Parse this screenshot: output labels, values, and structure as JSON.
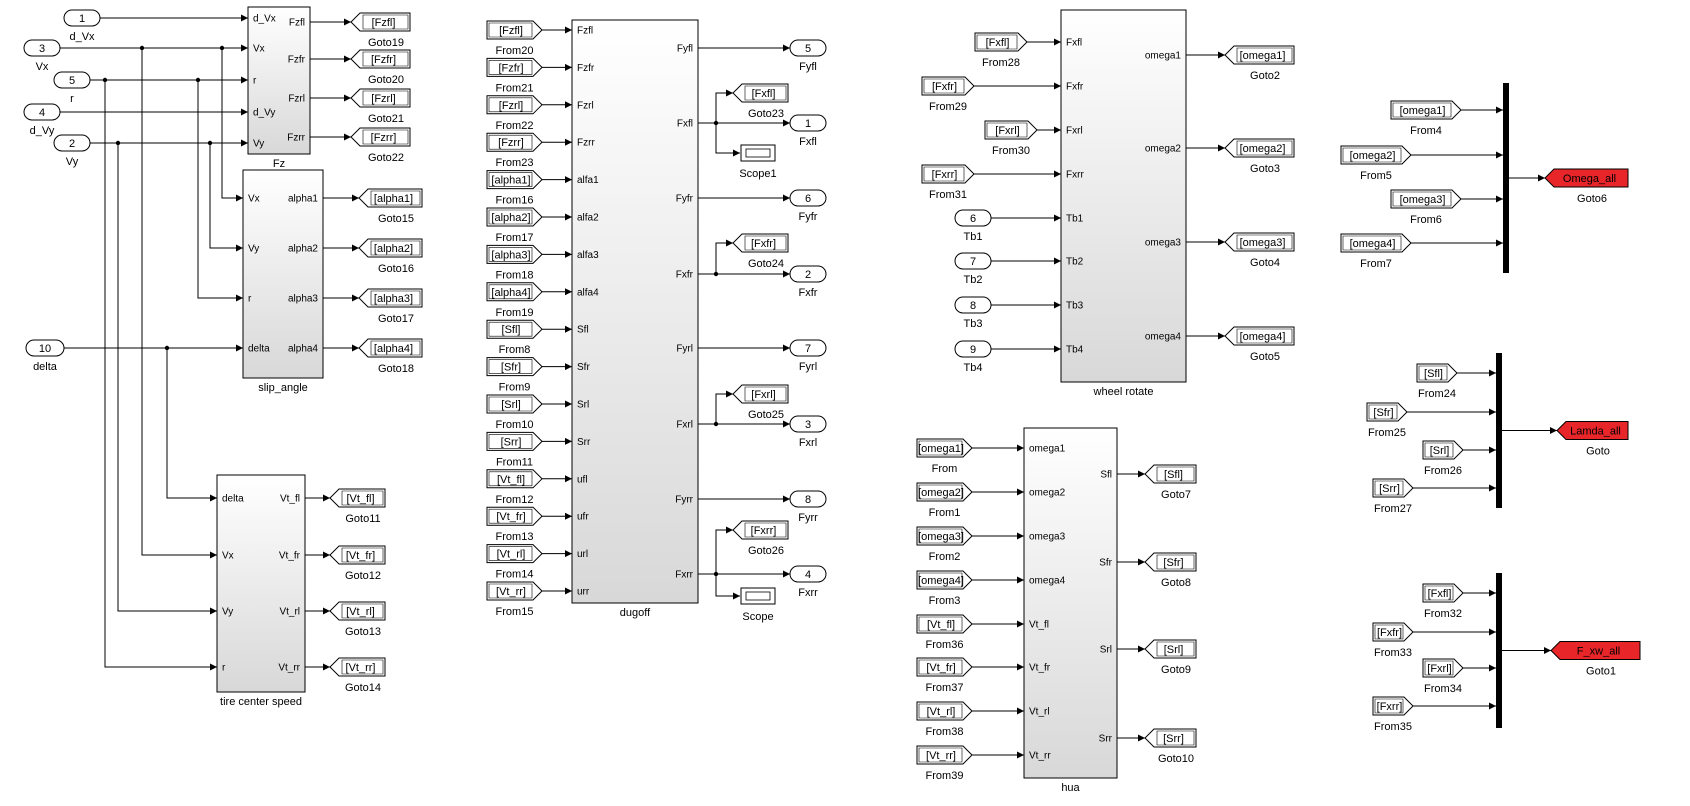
{
  "subsystems": [
    {
      "id": "fz",
      "name": "Fz",
      "inputs": [
        "d_Vx",
        "Vx",
        "r",
        "d_Vy",
        "Vy"
      ],
      "outputs": [
        "Fzfl",
        "Fzfr",
        "Fzrl",
        "Fzrr"
      ]
    },
    {
      "id": "slip",
      "name": "slip_angle",
      "inputs": [
        "Vx",
        "Vy",
        "r",
        "delta"
      ],
      "outputs": [
        "alpha1",
        "alpha2",
        "alpha3",
        "alpha4"
      ]
    },
    {
      "id": "tcs",
      "name": "tire center speed",
      "inputs": [
        "delta",
        "Vx",
        "Vy",
        "r"
      ],
      "outputs": [
        "Vt_fl",
        "Vt_fr",
        "Vt_rl",
        "Vt_rr"
      ]
    },
    {
      "id": "dugoff",
      "name": "dugoff",
      "inputs": [
        "Fzfl",
        "Fzfr",
        "Fzrl",
        "Fzrr",
        "alfa1",
        "alfa2",
        "alfa3",
        "alfa4",
        "Sfl",
        "Sfr",
        "Srl",
        "Srr",
        "ufl",
        "ufr",
        "url",
        "urr"
      ],
      "outputs": [
        "Fyfl",
        "Fxfl",
        "Fyfr",
        "Fxfr",
        "Fyrl",
        "Fxrl",
        "Fyrr",
        "Fxrr"
      ]
    },
    {
      "id": "wheel",
      "name": "wheel rotate",
      "inputs": [
        "Fxfl",
        "Fxfr",
        "Fxrl",
        "Fxrr",
        "Tb1",
        "Tb2",
        "Tb3",
        "Tb4"
      ],
      "outputs": [
        "omega1",
        "omega2",
        "omega3",
        "omega4"
      ]
    },
    {
      "id": "hua",
      "name": "hua",
      "inputs": [
        "omega1",
        "omega2",
        "omega3",
        "omega4",
        "Vt_fl",
        "Vt_fr",
        "Vt_rl",
        "Vt_rr"
      ],
      "outputs": [
        "Sfl",
        "Sfr",
        "Srl",
        "Srr"
      ]
    }
  ],
  "inports": [
    {
      "num": "1",
      "name": "d_Vx"
    },
    {
      "num": "3",
      "name": "Vx"
    },
    {
      "num": "5",
      "name": "r"
    },
    {
      "num": "4",
      "name": "d_Vy"
    },
    {
      "num": "2",
      "name": "Vy"
    },
    {
      "num": "10",
      "name": "delta"
    },
    {
      "num": "6",
      "name": "Tb1"
    },
    {
      "num": "7",
      "name": "Tb2"
    },
    {
      "num": "8",
      "name": "Tb3"
    },
    {
      "num": "9",
      "name": "Tb4"
    }
  ],
  "outports": [
    {
      "num": "5",
      "name": "Fyfl"
    },
    {
      "num": "1",
      "name": "Fxfl"
    },
    {
      "num": "6",
      "name": "Fyfr"
    },
    {
      "num": "2",
      "name": "Fxfr"
    },
    {
      "num": "7",
      "name": "Fyrl"
    },
    {
      "num": "3",
      "name": "Fxrl"
    },
    {
      "num": "8",
      "name": "Fyrr"
    },
    {
      "num": "4",
      "name": "Fxrr"
    }
  ],
  "gotos_fz": [
    {
      "tag": "[Fzfl]",
      "name": "Goto19"
    },
    {
      "tag": "[Fzfr]",
      "name": "Goto20"
    },
    {
      "tag": "[Fzrl]",
      "name": "Goto21"
    },
    {
      "tag": "[Fzrr]",
      "name": "Goto22"
    }
  ],
  "gotos_slip": [
    {
      "tag": "[alpha1]",
      "name": "Goto15"
    },
    {
      "tag": "[alpha2]",
      "name": "Goto16"
    },
    {
      "tag": "[alpha3]",
      "name": "Goto17"
    },
    {
      "tag": "[alpha4]",
      "name": "Goto18"
    }
  ],
  "gotos_tcs": [
    {
      "tag": "[Vt_fl]",
      "name": "Goto11"
    },
    {
      "tag": "[Vt_fr]",
      "name": "Goto12"
    },
    {
      "tag": "[Vt_rl]",
      "name": "Goto13"
    },
    {
      "tag": "[Vt_rr]",
      "name": "Goto14"
    }
  ],
  "froms_dugoff": [
    {
      "tag": "[Fzfl]",
      "name": "From20"
    },
    {
      "tag": "[Fzfr]",
      "name": "From21"
    },
    {
      "tag": "[Fzrl]",
      "name": "From22"
    },
    {
      "tag": "[Fzrr]",
      "name": "From23"
    },
    {
      "tag": "[alpha1]",
      "name": "From16"
    },
    {
      "tag": "[alpha2]",
      "name": "From17"
    },
    {
      "tag": "[alpha3]",
      "name": "From18"
    },
    {
      "tag": "[alpha4]",
      "name": "From19"
    },
    {
      "tag": "[Sfl]",
      "name": "From8"
    },
    {
      "tag": "[Sfr]",
      "name": "From9"
    },
    {
      "tag": "[Srl]",
      "name": "From10"
    },
    {
      "tag": "[Srr]",
      "name": "From11"
    },
    {
      "tag": "[Vt_fl]",
      "name": "From12"
    },
    {
      "tag": "[Vt_fr]",
      "name": "From13"
    },
    {
      "tag": "[Vt_rl]",
      "name": "From14"
    },
    {
      "tag": "[Vt_rr]",
      "name": "From15"
    }
  ],
  "gotos_dugoff": [
    {
      "tag": "[Fxfl]",
      "name": "Goto23"
    },
    {
      "tag": "[Fxfr]",
      "name": "Goto24"
    },
    {
      "tag": "[Fxrl]",
      "name": "Goto25"
    },
    {
      "tag": "[Fxrr]",
      "name": "Goto26"
    }
  ],
  "scopes": [
    "Scope1",
    "Scope"
  ],
  "froms_wheel": [
    {
      "tag": "[Fxfl]",
      "name": "From28"
    },
    {
      "tag": "[Fxfr]",
      "name": "From29"
    },
    {
      "tag": "[Fxrl]",
      "name": "From30"
    },
    {
      "tag": "[Fxrr]",
      "name": "From31"
    }
  ],
  "gotos_wheel": [
    {
      "tag": "[omega1]",
      "name": "Goto2"
    },
    {
      "tag": "[omega2]",
      "name": "Goto3"
    },
    {
      "tag": "[omega3]",
      "name": "Goto4"
    },
    {
      "tag": "[omega4]",
      "name": "Goto5"
    }
  ],
  "froms_hua": [
    {
      "tag": "[omega1]",
      "name": "From"
    },
    {
      "tag": "[omega2]",
      "name": "From1"
    },
    {
      "tag": "[omega3]",
      "name": "From2"
    },
    {
      "tag": "[omega4]",
      "name": "From3"
    },
    {
      "tag": "[Vt_fl]",
      "name": "From36"
    },
    {
      "tag": "[Vt_fr]",
      "name": "From37"
    },
    {
      "tag": "[Vt_rl]",
      "name": "From38"
    },
    {
      "tag": "[Vt_rr]",
      "name": "From39"
    }
  ],
  "gotos_hua": [
    {
      "tag": "[Sfl]",
      "name": "Goto7"
    },
    {
      "tag": "[Sfr]",
      "name": "Goto8"
    },
    {
      "tag": "[Srl]",
      "name": "Goto9"
    },
    {
      "tag": "[Srr]",
      "name": "Goto10"
    }
  ],
  "mux_groups": [
    {
      "froms": [
        {
          "tag": "[omega1]",
          "name": "From4"
        },
        {
          "tag": "[omega2]",
          "name": "From5"
        },
        {
          "tag": "[omega3]",
          "name": "From6"
        },
        {
          "tag": "[omega4]",
          "name": "From7"
        }
      ],
      "goto": {
        "tag": "Omega_all",
        "name": "Goto6"
      }
    },
    {
      "froms": [
        {
          "tag": "[Sfl]",
          "name": "From24"
        },
        {
          "tag": "[Sfr]",
          "name": "From25"
        },
        {
          "tag": "[Srl]",
          "name": "From26"
        },
        {
          "tag": "[Srr]",
          "name": "From27"
        }
      ],
      "goto": {
        "tag": "Lamda_all",
        "name": "Goto"
      }
    },
    {
      "froms": [
        {
          "tag": "[Fxfl]",
          "name": "From32"
        },
        {
          "tag": "[Fxfr]",
          "name": "From33"
        },
        {
          "tag": "[Fxrl]",
          "name": "From34"
        },
        {
          "tag": "[Fxrr]",
          "name": "From35"
        }
      ],
      "goto": {
        "tag": "F_xw_all",
        "name": "Goto1"
      }
    }
  ],
  "colors": {
    "highlight_goto": "#e8262a",
    "block_fill_top": "#ffffff",
    "block_fill_bottom": "#dcdcdc"
  }
}
